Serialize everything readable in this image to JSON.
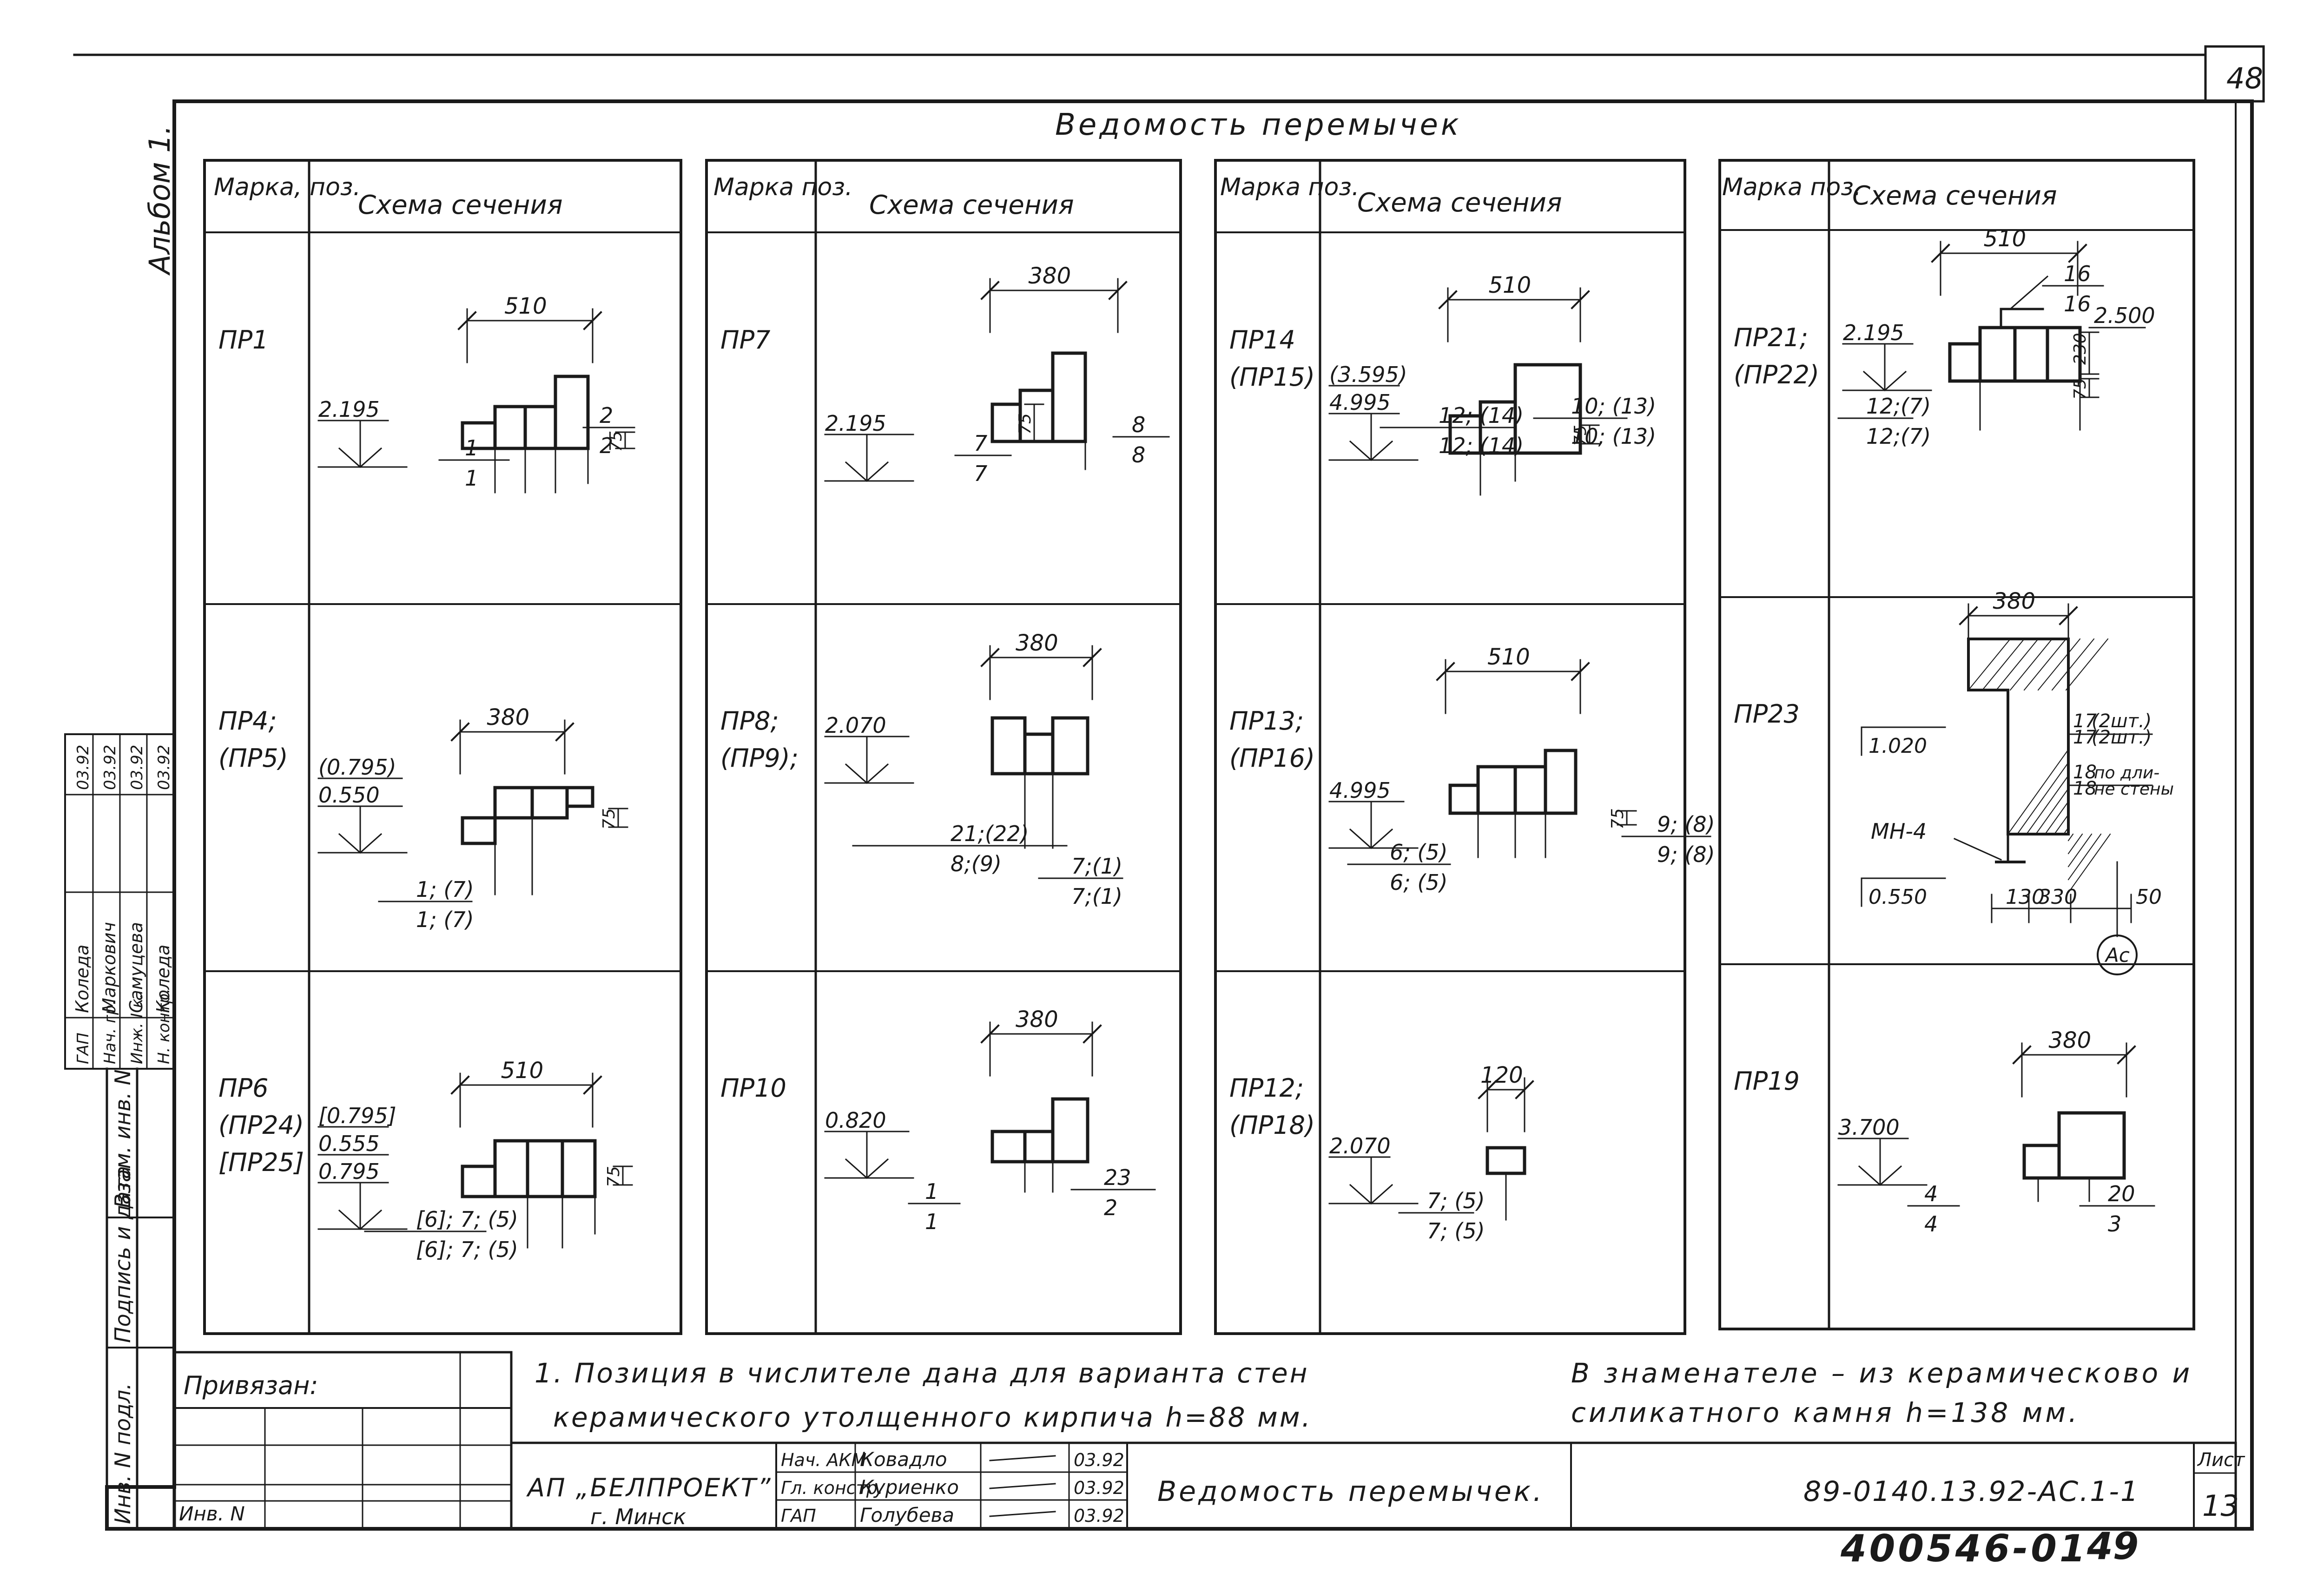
{
  "sheet": {
    "top_number": "48",
    "album_label": "Альбом 1.",
    "title": "Ведомость перемычек",
    "headers": {
      "mark": "Марка, поз.",
      "mark_short": "Марка поз.",
      "scheme": "Схема сечения"
    }
  },
  "tables": [
    {
      "rows": [
        {
          "mark": [
            "ПР1"
          ],
          "dim": "510",
          "level": [
            "2.195"
          ],
          "callouts": [
            "1",
            "1",
            "2",
            "2"
          ],
          "height": "75"
        },
        {
          "mark": [
            "ПР4;",
            "(ПР5)"
          ],
          "dim": "380",
          "level": [
            "(0.795)",
            "0.550"
          ],
          "callouts": [
            "1; (7)",
            "1; (7)"
          ],
          "height": "75"
        },
        {
          "mark": [
            "ПР6",
            "(ПР24)",
            "[ПР25]"
          ],
          "dim": "510",
          "level": [
            "[0.795]",
            "0.555",
            "0.795"
          ],
          "callouts": [
            "[6]; 7; (5)",
            "[6]; 7; (5)"
          ],
          "height": "75"
        }
      ]
    },
    {
      "rows": [
        {
          "mark": [
            "ПР7"
          ],
          "dim": "380",
          "level": [
            "2.195"
          ],
          "callouts": [
            "7",
            "7",
            "8",
            "8"
          ],
          "height": "75"
        },
        {
          "mark": [
            "ПР8;",
            "(ПР9);"
          ],
          "dim": "380",
          "level": [
            "2.070"
          ],
          "callouts": [
            "21;(22)",
            "8;(9)",
            "7;(1)",
            "7;(1)"
          ],
          "height": ""
        },
        {
          "mark": [
            "ПР10"
          ],
          "dim": "380",
          "level": [
            "0.820"
          ],
          "callouts": [
            "1",
            "1",
            "23",
            "2"
          ],
          "height": ""
        }
      ]
    },
    {
      "rows": [
        {
          "mark": [
            "ПР14",
            "(ПР15)"
          ],
          "dim": "510",
          "level": [
            "(3.595)",
            "4.995"
          ],
          "callouts": [
            "12; (14)",
            "12; (14)",
            "10; (13)",
            "10; (13)"
          ],
          "height": "75"
        },
        {
          "mark": [
            "ПР13;",
            "(ПР16)"
          ],
          "dim": "510",
          "level": [
            "4.995"
          ],
          "callouts": [
            "6; (5)",
            "6; (5)",
            "9; (8)",
            "9; (8)"
          ],
          "height": "75"
        },
        {
          "mark": [
            "ПР12;",
            "(ПР18)"
          ],
          "dim": "120",
          "level": [
            "2.070"
          ],
          "callouts": [
            "7; (5)",
            "7; (5)"
          ],
          "height": ""
        }
      ]
    },
    {
      "rows": [
        {
          "mark": [
            "ПР21;",
            "(ПР22)"
          ],
          "dim": "510",
          "level": [
            "2.195"
          ],
          "callouts": [
            "12;(7)",
            "12;(7)",
            "16",
            "16",
            "2.500"
          ],
          "height": "75",
          "height2": "230"
        },
        {
          "mark": [
            "ПР23"
          ],
          "dim": "380",
          "level": [
            "1.020",
            "0.550"
          ],
          "callouts": [
            "МН-4",
            "17",
            "17",
            "(2шт.)",
            "(2шт.)",
            "18",
            "18",
            "по дли-",
            "не стены",
            "130",
            "330",
            "50",
            "Ас"
          ],
          "height": ""
        },
        {
          "mark": [
            "ПР19"
          ],
          "dim": "380",
          "level": [
            "3.700"
          ],
          "callouts": [
            "4",
            "4",
            "20",
            "3"
          ],
          "height": ""
        }
      ]
    }
  ],
  "notes": {
    "note1_line1": "1. Позиция в числителе дана для варианта стен",
    "note1_line2": "керамического утолщенного кирпича h=88 мм.",
    "note2_line1": "В знаменателе – из керамическово и",
    "note2_line2": "силикатного камня h=138 мм."
  },
  "left_margin": {
    "labels": [
      "Инв. N подл.",
      "Подпись и дата",
      "Взам. инв. N"
    ],
    "signatures": [
      {
        "role": "ГАП",
        "name": "Коледа",
        "date": "03.92"
      },
      {
        "role": "Нач. гр.",
        "name": "Маркович",
        "date": "03.92"
      },
      {
        "role": "Инж. I к.",
        "name": "Самуцева",
        "date": "03.92"
      },
      {
        "role": "Н. контр.",
        "name": "Коледа",
        "date": "03.92"
      }
    ]
  },
  "title_block": {
    "privyazan": "Привязан:",
    "inv": "Инв. N",
    "org": "АП „БЕЛПРОЕКТ”",
    "city": "г. Минск",
    "people": [
      {
        "role": "Нач. АКМ",
        "name": "Ковадло",
        "date": "03.92"
      },
      {
        "role": "Гл. констр.",
        "name": "Куриенко",
        "date": "03.92"
      },
      {
        "role": "ГАП",
        "name": "Голубева",
        "date": "03.92"
      }
    ],
    "doc_title": "Ведомость перемычек.",
    "code": "89-0140.13.92-АС.1-1",
    "sheet_label": "Лист",
    "sheet_no": "13",
    "stamp_code": "400546-01",
    "stamp_no": "49"
  }
}
